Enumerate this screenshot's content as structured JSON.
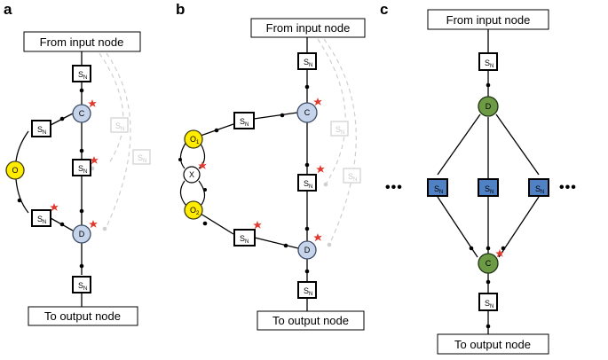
{
  "panels": {
    "a": {
      "letter": "a",
      "input_label": "From input node",
      "output_label": "To output node",
      "sn_main": "S",
      "sn_sub": "N",
      "node_c": "C",
      "node_d": "D",
      "node_o": "O"
    },
    "b": {
      "letter": "b",
      "input_label": "From input node",
      "output_label": "To output node",
      "sn_main": "S",
      "sn_sub": "N",
      "node_c": "C",
      "node_d": "D",
      "node_o1_main": "O",
      "node_o1_sub": "1",
      "node_o2_main": "O",
      "node_o2_sub": "2",
      "node_x": "X"
    },
    "c": {
      "letter": "c",
      "input_label": "From input node",
      "output_label": "To output node",
      "sn_main": "S",
      "sn_sub": "N",
      "node_c": "C",
      "node_d": "D",
      "ellipsis_left": "•••",
      "ellipsis_right": "•••"
    }
  },
  "colors": {
    "node_blue": "#c5d4ea",
    "node_yellow": "#ffec00",
    "node_green": "#6c9a45",
    "sn_blue": "#4f81c4",
    "star_red": "#e03a2f",
    "ghost_gray": "#cfcfcf"
  }
}
